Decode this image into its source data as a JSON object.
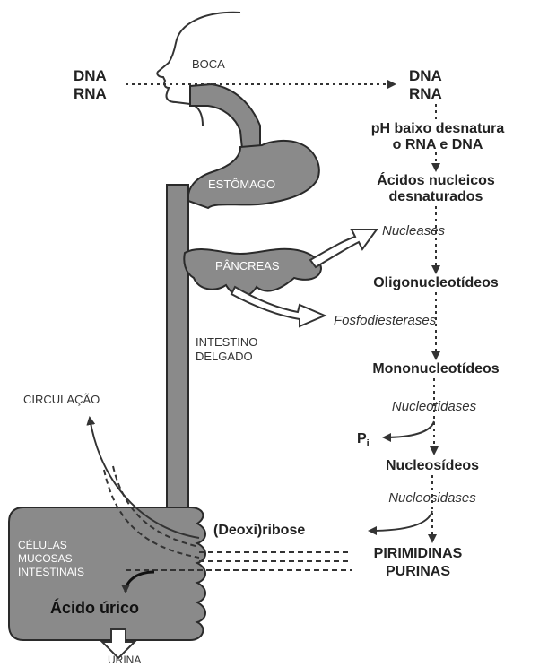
{
  "left_labels": {
    "dna": "DNA",
    "rna": "RNA",
    "boca": "BOCA",
    "estomago": "ESTÔMAGO",
    "pancreas": "PÂNCREAS",
    "intestino_line1": "INTESTINO",
    "intestino_line2": "DELGADO",
    "circulacao": "CIRCULAÇÃO",
    "celulas_line1": "CÉLULAS",
    "celulas_line2": "MUCOSAS",
    "celulas_line3": "INTESTINAIS",
    "acido_urico": "Ácido úrico",
    "urina": "URINA"
  },
  "pathway": {
    "dna": "DNA",
    "rna": "RNA",
    "ph_line1": "pH baixo desnatura",
    "ph_line2": "o RNA e DNA",
    "acidos_line1": "Ácidos nucleicos",
    "acidos_line2": "desnaturados",
    "nucleases": "Nucleases",
    "oligo": "Oligonucleotídeos",
    "fosfo": "Fosfodiesterases",
    "mono": "Mononucleotídeos",
    "nucleotidases": "Nucleotidases",
    "pi_main": "P",
    "pi_sub": "i",
    "nucleosideos": "Nucleosídeos",
    "nucleosidases": "Nucleosidases",
    "deoxiribose": "(Deoxi)ribose",
    "pirimidinas": "PIRIMIDINAS",
    "purinas": "PURINAS"
  },
  "colors": {
    "organ_fill": "#8a8a8a",
    "organ_stroke": "#2a2a2a",
    "line": "#333333"
  }
}
